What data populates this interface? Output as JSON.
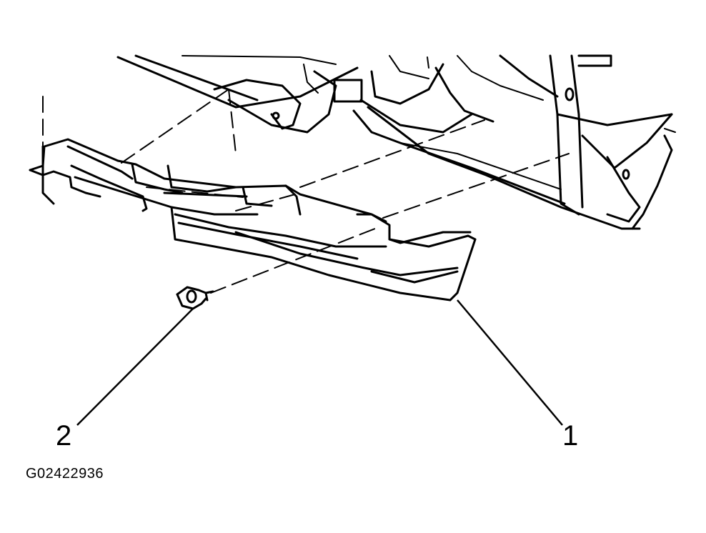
{
  "diagram": {
    "callouts": [
      {
        "id": "1",
        "label": "1"
      },
      {
        "id": "2",
        "label": "2"
      }
    ],
    "figure_id": "G02422936"
  }
}
